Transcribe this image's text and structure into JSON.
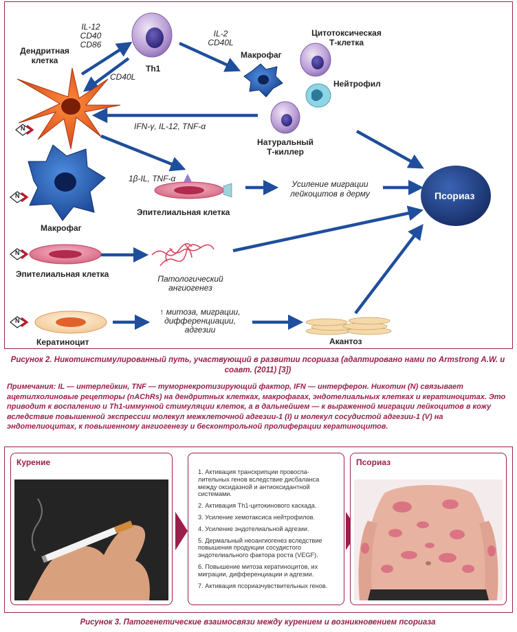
{
  "figure2": {
    "labels": {
      "dendritic_cell": "Дендритная клетка",
      "th1": "Th1",
      "il12_cd40_cd86": [
        "IL-12",
        "CD40",
        "CD86"
      ],
      "cd40l_left": "CD40L",
      "il2_cd40l": [
        "IL-2",
        "CD40L"
      ],
      "macrophage_top": "Макрофаг",
      "cytotoxic_t": [
        "Цитотоксическая",
        "Т-клетка"
      ],
      "neutrophil": "Нейтрофил",
      "nk_cell": [
        "Натуральный",
        "Т-киллер"
      ],
      "ifn_line": "IFN-γ, IL-12, TNF-α",
      "il1_tnf": "1β-IL, TNF-α",
      "macrophage": "Макрофаг",
      "epithelial_cell_1": "Эпителиальная клетка",
      "leukocyte_migration": [
        "Усиление миграции",
        "лейкоцитов в дерму"
      ],
      "psoriasis": "Псориаз",
      "epithelial_cell_2": "Эпителиальная клетка",
      "angiogenesis": [
        "Патологический",
        "ангиогенез"
      ],
      "keratinocyte_effects": [
        "↑ митоза, миграции,",
        "дифференциации,",
        "адгезии"
      ],
      "keratinocyte": "Кератиноцит",
      "acanthosis": "Акантоз",
      "nicotine_marker": "N"
    },
    "caption": "Рисунок 2. Никотинстимулированный путь, участвующий в развитии псориаза (адаптировано нами по Armstrong A.W. и соавт. (2011) [3])",
    "note": "Примечания: IL — интерлейкин, TNF — туморнекротизирующий фактор, IFN — интерферон. Никотин (N) связывает ацетилхолиновые рецепторы (nAChRs) на дендритных клетках, макрофагах, эндотелиальных клетках и кератиноцитах. Это приводит к воспалению и Th1-иммунной стимуляции клеток, а в дальнейшем — к выраженной миграции лейкоцитов в кожу вследствие повышенной экспрессии молекул межклеточной адгезии-1 (I) и молекул сосудистой адгезии-1 (V) на эндотелиоцитах, к повышенному ангиогенезу и бесконтрольной пролиферации кератиноцитов."
  },
  "figure3": {
    "smoking_title": "Курение",
    "psoriasis_title": "Псориаз",
    "steps": [
      "1. Активация транскрипции провоспа-лительных генов вследствие дисбаланса между оксидазной и антиоксидантной системами.",
      "2. Активация Th1-цитокинового каскада.",
      "3. Усиление хемотаксиса нейтрофилов.",
      "4. Усиление эндотелиальной адгезии.",
      "5. Дермальный неоангиогенез вследствие повышения продукции сосудистого эндотелиального фактора роста (VEGF).",
      "6. Повышение митоза кератиноцитов, их миграции, дифференциации и адгезии.",
      "7. Активация псориазчувствительных генов."
    ],
    "caption": "Рисунок 3. Патогенетические взаимосвязи между курением и возникновением псориаза"
  },
  "colors": {
    "frame": "#9a1f4a",
    "arrow": "#1f4e9c",
    "psoriasis_fill": "#1f3f86"
  }
}
